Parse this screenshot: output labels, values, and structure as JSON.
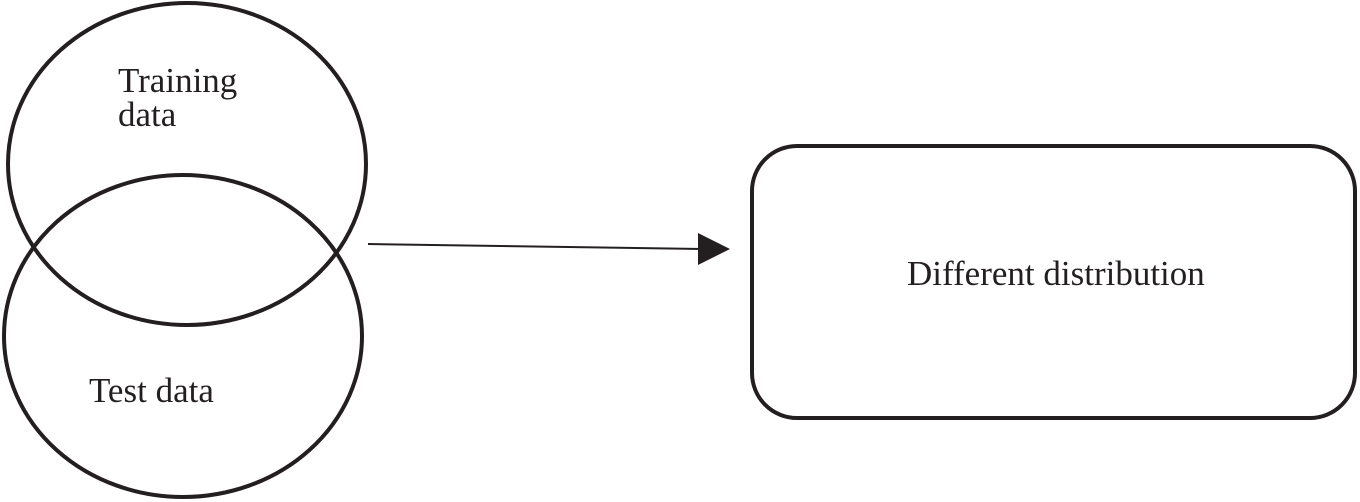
{
  "nodes": {
    "training": {
      "line1": "Training",
      "line2": "data"
    },
    "test": {
      "label": "Test data"
    },
    "result": {
      "label": "Different distribution"
    }
  },
  "colors": {
    "stroke": "#231f20",
    "background": "#ffffff"
  }
}
